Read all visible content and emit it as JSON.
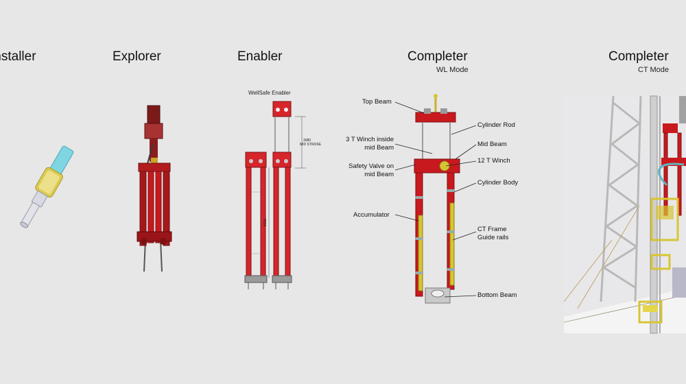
{
  "panels": {
    "installer": {
      "title": "Installer"
    },
    "explorer": {
      "title": "Explorer"
    },
    "enabler": {
      "title": "Enabler",
      "caption": "WellSafe Enabler",
      "dim_stroke_value": "3080",
      "dim_stroke_label": "MID STROKE",
      "dim_height_value": "8015"
    },
    "completer_wl": {
      "title": "Completer",
      "mode": "WL Mode",
      "labels": {
        "top_beam": "Top Beam",
        "winch_3t_line1": "3 T Winch inside",
        "winch_3t_line2": "mid Beam",
        "safety_valve_line1": "Safety Valve on",
        "safety_valve_line2": "mid Beam",
        "accumulator": "Accumulator",
        "cylinder_rod": "Cylinder Rod",
        "mid_beam": "Mid Beam",
        "winch_12t": "12 T Winch",
        "cylinder_body": "Cylinder Body",
        "ct_frame_line1": "CT Frame",
        "ct_frame_line2": "Guide rails",
        "bottom_beam": "Bottom Beam"
      }
    },
    "completer_ct": {
      "title": "Completer",
      "mode": "CT Mode"
    }
  },
  "colors": {
    "background": "#e7e7e7",
    "equipment_red": "#c8191e",
    "dark_red": "#8e1014",
    "rail_yellow": "#d8c533",
    "tower_grey": "#bcbcbc",
    "tool_cyan": "#6fd0dc"
  }
}
